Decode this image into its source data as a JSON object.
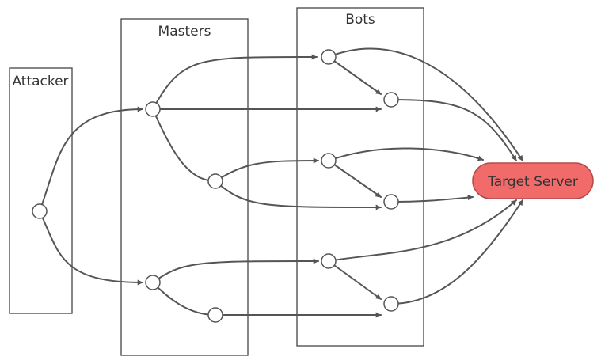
{
  "groups": [
    {
      "id": "attacker",
      "label": "Attacker"
    },
    {
      "id": "masters",
      "label": "Masters"
    },
    {
      "id": "bots",
      "label": "Bots"
    }
  ],
  "target": {
    "label": "Target Server",
    "fill": "#f26b6b",
    "stroke": "#b34a4a"
  },
  "colors": {
    "line": "#555555",
    "box": "#444444",
    "text": "#333333",
    "node_fill": "#ffffff"
  },
  "nodes": [
    {
      "id": "attacker-node",
      "group": "attacker"
    },
    {
      "id": "master-1",
      "group": "masters"
    },
    {
      "id": "master-2",
      "group": "masters"
    },
    {
      "id": "master-3",
      "group": "masters"
    },
    {
      "id": "master-4",
      "group": "masters"
    },
    {
      "id": "bot-1",
      "group": "bots"
    },
    {
      "id": "bot-2",
      "group": "bots"
    },
    {
      "id": "bot-3",
      "group": "bots"
    },
    {
      "id": "bot-4",
      "group": "bots"
    },
    {
      "id": "bot-5",
      "group": "bots"
    },
    {
      "id": "bot-6",
      "group": "bots"
    }
  ],
  "edges": [
    {
      "from": "attacker-node",
      "to": "master-1"
    },
    {
      "from": "attacker-node",
      "to": "master-3"
    },
    {
      "from": "master-1",
      "to": "bot-1"
    },
    {
      "from": "master-1",
      "to": "bot-2"
    },
    {
      "from": "master-1",
      "to": "master-2"
    },
    {
      "from": "master-2",
      "to": "bot-3"
    },
    {
      "from": "master-2",
      "to": "bot-4"
    },
    {
      "from": "master-3",
      "to": "bot-5"
    },
    {
      "from": "master-3",
      "to": "master-4"
    },
    {
      "from": "master-4",
      "to": "bot-6"
    },
    {
      "from": "bot-1",
      "to": "bot-2"
    },
    {
      "from": "bot-3",
      "to": "bot-4"
    },
    {
      "from": "bot-5",
      "to": "bot-6"
    },
    {
      "from": "bot-1",
      "to": "target"
    },
    {
      "from": "bot-2",
      "to": "target"
    },
    {
      "from": "bot-3",
      "to": "target"
    },
    {
      "from": "bot-4",
      "to": "target"
    },
    {
      "from": "bot-5",
      "to": "target"
    },
    {
      "from": "bot-6",
      "to": "target"
    }
  ]
}
